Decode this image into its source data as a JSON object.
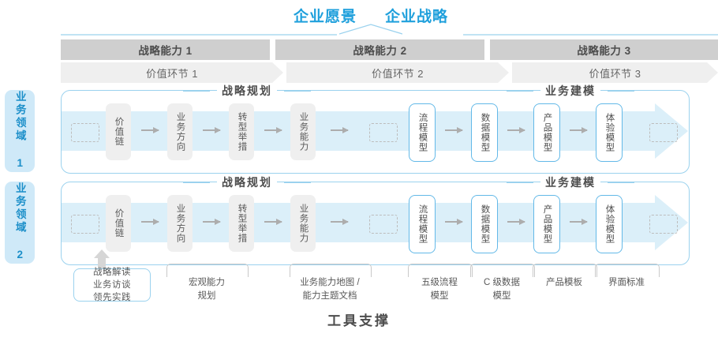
{
  "header": {
    "vision": "企业愿景",
    "strategy": "企业战略"
  },
  "capabilities": [
    {
      "label": "战略能力 1"
    },
    {
      "label": "战略能力 2"
    },
    {
      "label": "战略能力 3"
    }
  ],
  "value_chain": [
    {
      "label": "价值环节 1"
    },
    {
      "label": "价值环节 2"
    },
    {
      "label": "价值环节 3"
    }
  ],
  "domains": [
    {
      "label": "业务领域 1"
    },
    {
      "label": "业务领域 2"
    }
  ],
  "segments": [
    {
      "label": "战略规划"
    },
    {
      "label": "业务建模"
    }
  ],
  "nodes": [
    {
      "label": "价值链",
      "style": "gray"
    },
    {
      "label": "业务方向",
      "style": "gray"
    },
    {
      "label": "转型举措",
      "style": "gray"
    },
    {
      "label": "业务能力",
      "style": "gray"
    },
    {
      "label": "流程模型",
      "style": "blue"
    },
    {
      "label": "数据模型",
      "style": "blue"
    },
    {
      "label": "产品模型",
      "style": "blue"
    },
    {
      "label": "体验模型",
      "style": "blue"
    }
  ],
  "tools": {
    "highlight": "战略解读\n业务访谈\n领先实践",
    "labels": [
      {
        "label": "宏观能力\n规划"
      },
      {
        "label": "业务能力地图 /\n能力主题文档"
      },
      {
        "label": "五级流程\n模型"
      },
      {
        "label": "C 级数据\n模型"
      },
      {
        "label": "产品模板"
      },
      {
        "label": "界面标准"
      }
    ],
    "footer": "工具支撑"
  },
  "colors": {
    "accent_blue": "#1FA0DC",
    "band_blue": "#DBEFF9",
    "border_blue": "#9BD2EE",
    "node_blue_border": "#63B9E8",
    "gray_cap": "#CFCFCF",
    "gray_vc": "#EFEFEF",
    "gray_node": "#EFEFEF",
    "tab_blue": "#CFE9F8"
  }
}
